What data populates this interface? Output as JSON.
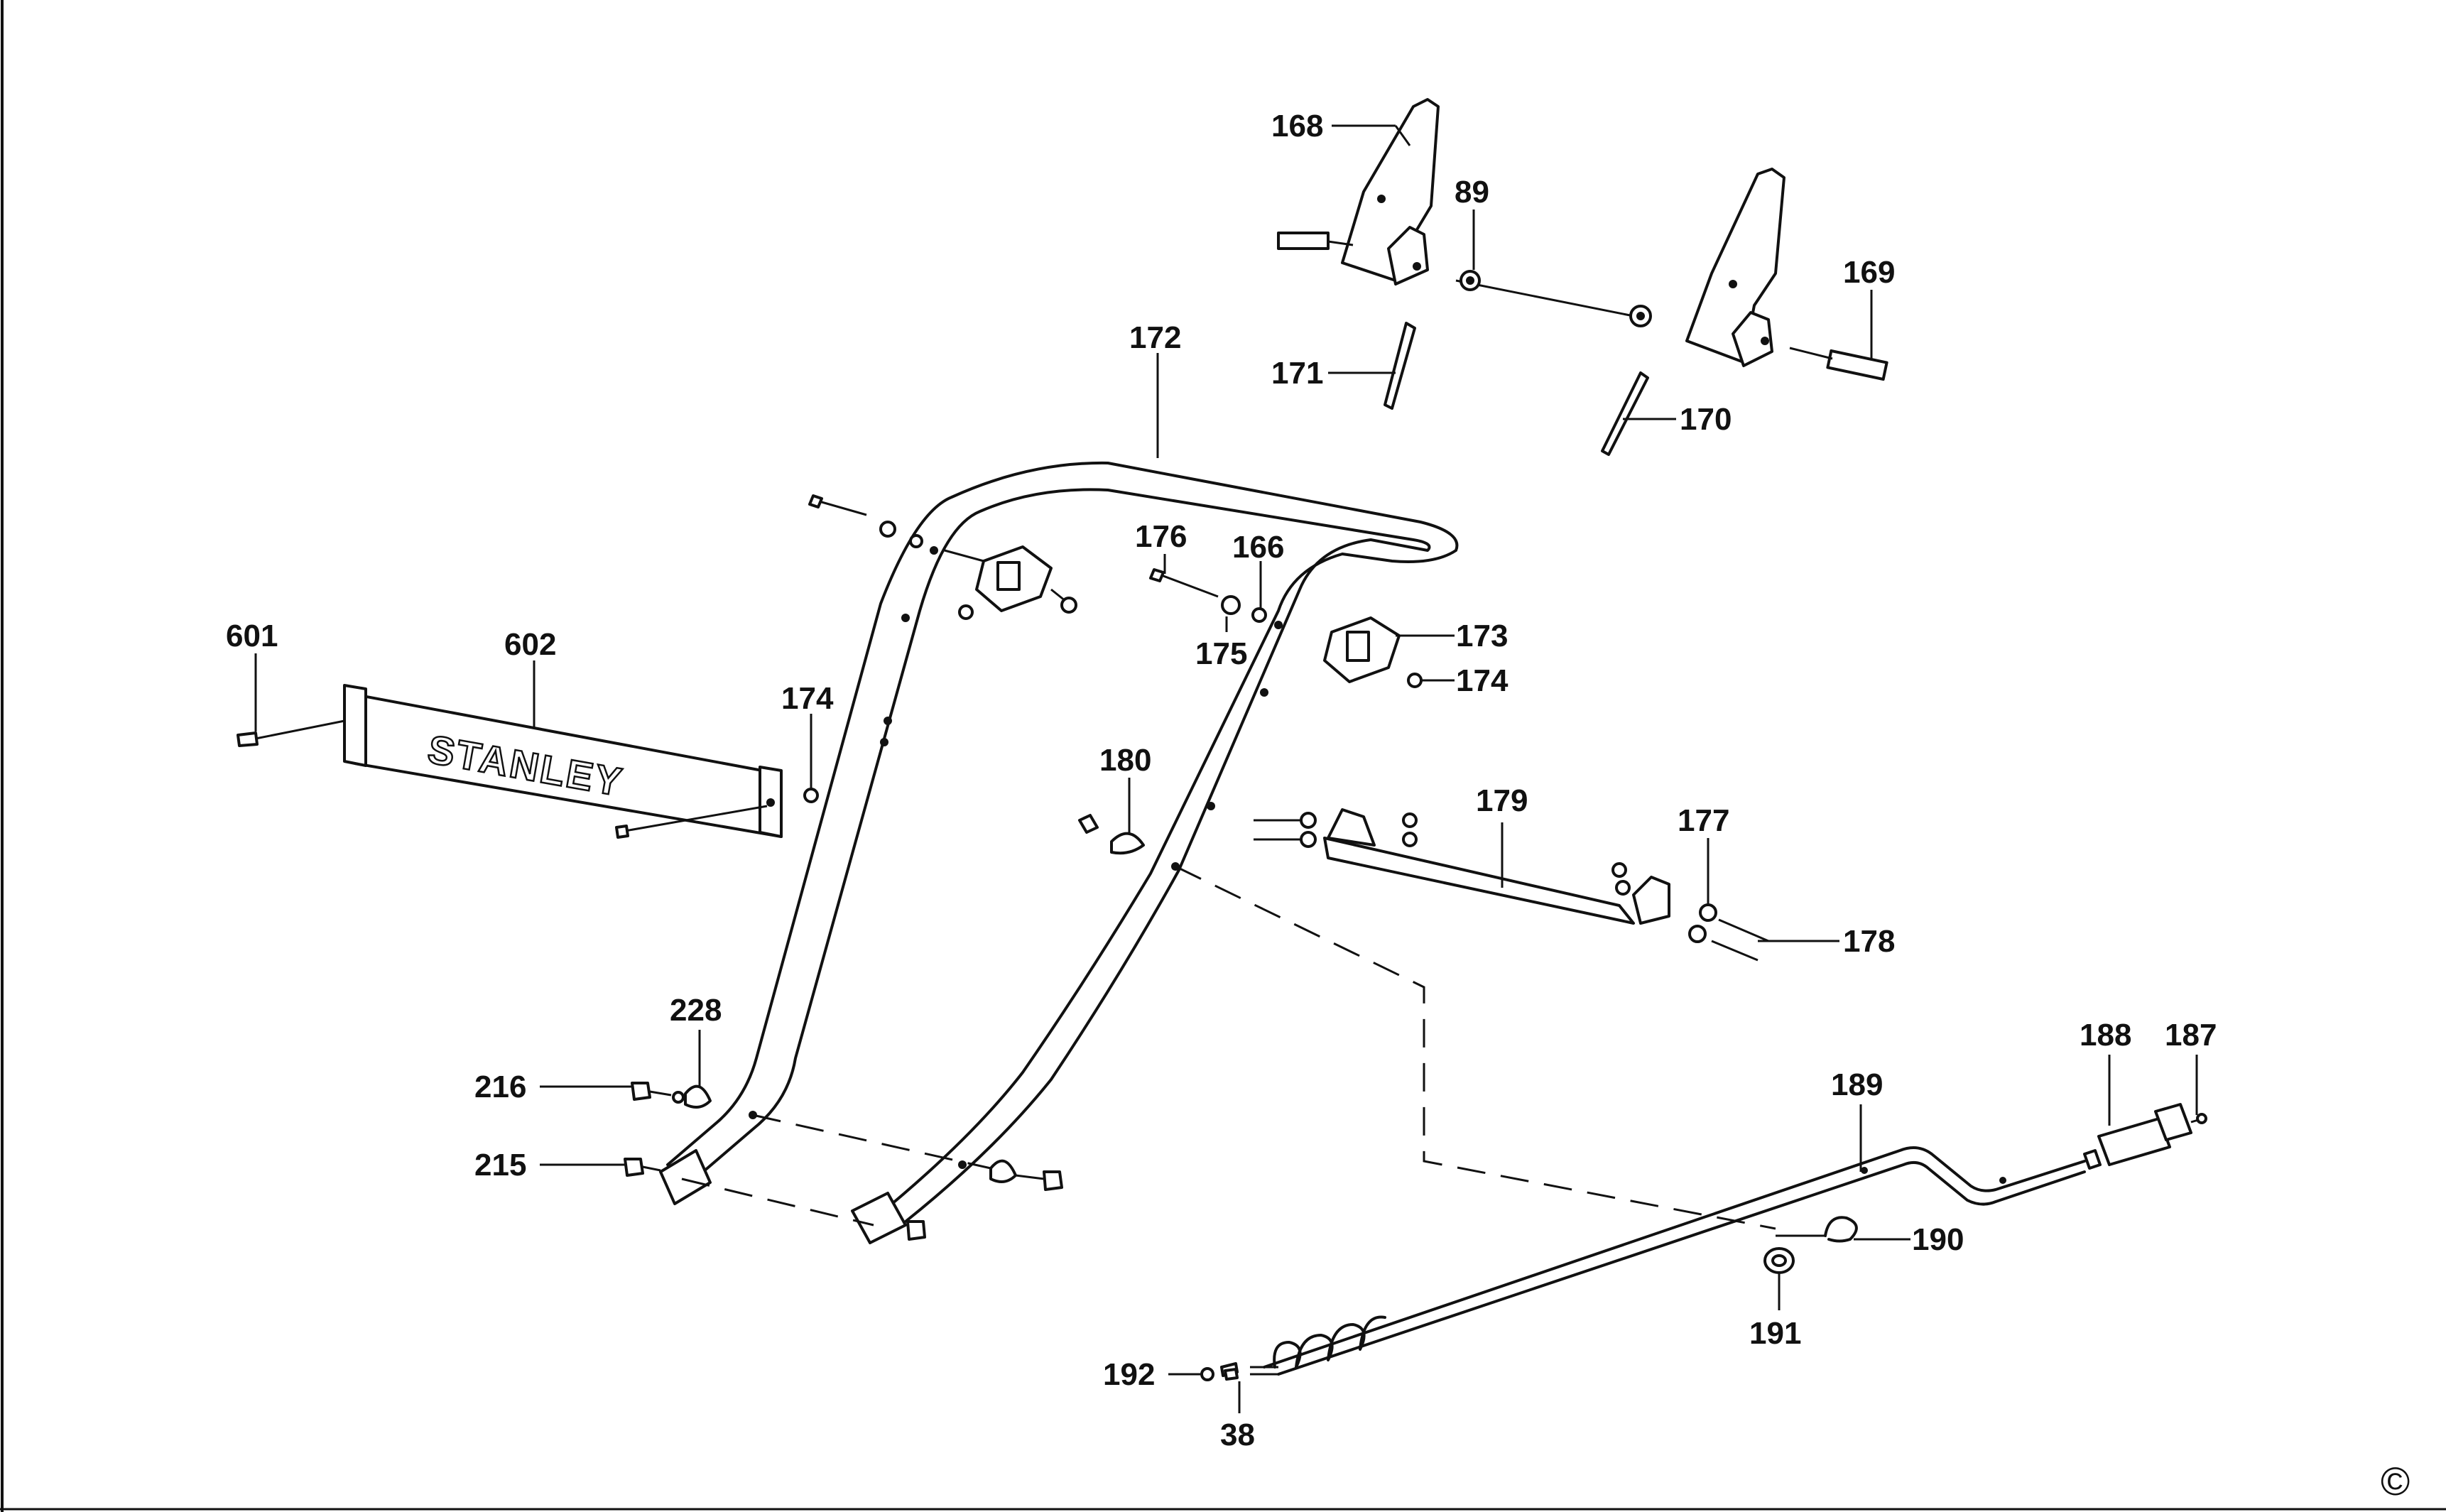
{
  "diagram": {
    "brand_text": "STANLEY",
    "copyright_symbol": "©",
    "part_labels": {
      "p168": "168",
      "p89": "89",
      "p169": "169",
      "p171": "171",
      "p170": "170",
      "p172": "172",
      "p176": "176",
      "p166": "166",
      "p175": "175",
      "p173": "173",
      "p174a": "174",
      "p174b": "174",
      "p601": "601",
      "p602": "602",
      "p180": "180",
      "p179": "179",
      "p177": "177",
      "p178": "178",
      "p228": "228",
      "p216": "216",
      "p215": "215",
      "p188": "188",
      "p187": "187",
      "p189": "189",
      "p190": "190",
      "p191": "191",
      "p192": "192",
      "p38": "38"
    }
  }
}
